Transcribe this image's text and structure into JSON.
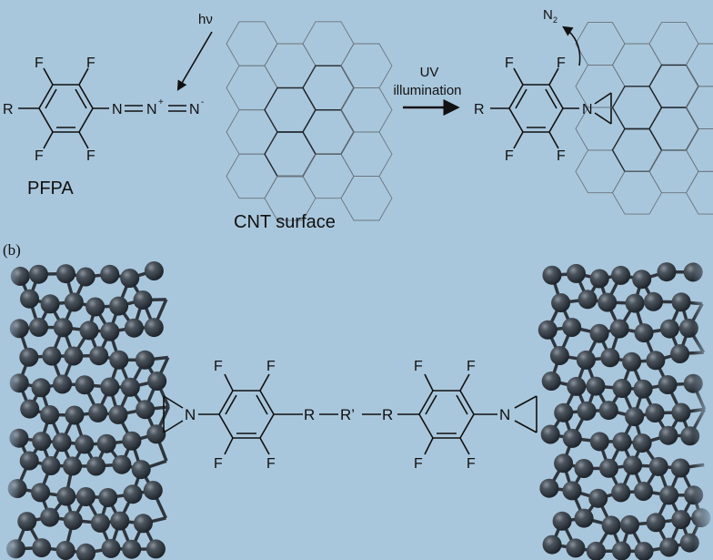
{
  "panel_a": {
    "light_label": "hν",
    "pfpa": {
      "substituent": "R",
      "fluorine": "F",
      "azide_n1": "N",
      "azide_n2": "N",
      "azide_n2_charge": "+",
      "azide_n3": "N",
      "azide_n3_charge": "-",
      "name": "PFPA"
    },
    "cnt_label": "CNT surface",
    "reaction_arrow": {
      "line1": "UV",
      "line2": "illumination"
    },
    "product": {
      "substituent": "R",
      "fluorine": "F",
      "nitrogen": "N",
      "byproduct": "N",
      "byproduct_subscript": "2"
    }
  },
  "panel_b": {
    "label": "(b)",
    "nitrogen": "N",
    "fluorine": "F",
    "linker_r": "R",
    "linker_r_prime": "R’"
  },
  "colors": {
    "background": "#a9c7dc",
    "atom": "#2e3640",
    "bond": "#2f353d",
    "lattice_thin": "#55606a",
    "text": "#111111"
  }
}
